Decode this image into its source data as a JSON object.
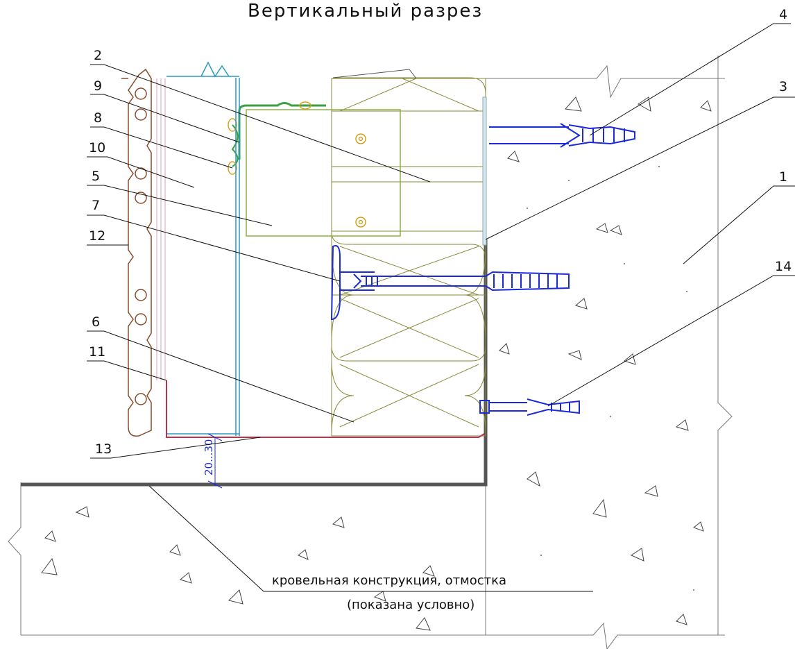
{
  "title": "Вертикальный разрез",
  "callouts": [
    "1",
    "2",
    "3",
    "4",
    "5",
    "6",
    "7",
    "8",
    "9",
    "10",
    "11",
    "12",
    "13",
    "14"
  ],
  "dimension": "20...30",
  "note": {
    "line1": "кровельная конструкция, отмостка",
    "line2": "(показана условно)"
  },
  "colors": {
    "line": "#111111",
    "wall": "#555555",
    "insulation": "#8a8a3a",
    "bracket": "#8ab040",
    "fastener": "#1a2ad8",
    "cladding": "#8a4a2a",
    "flashing": "#c0304a",
    "profile": "#2a9ac0",
    "clip": "#3aa040",
    "rivet": "#d8a020"
  },
  "icons": [
    "anchor-dowel-icon",
    "insulation-dowel-icon",
    "rivet-icon"
  ]
}
